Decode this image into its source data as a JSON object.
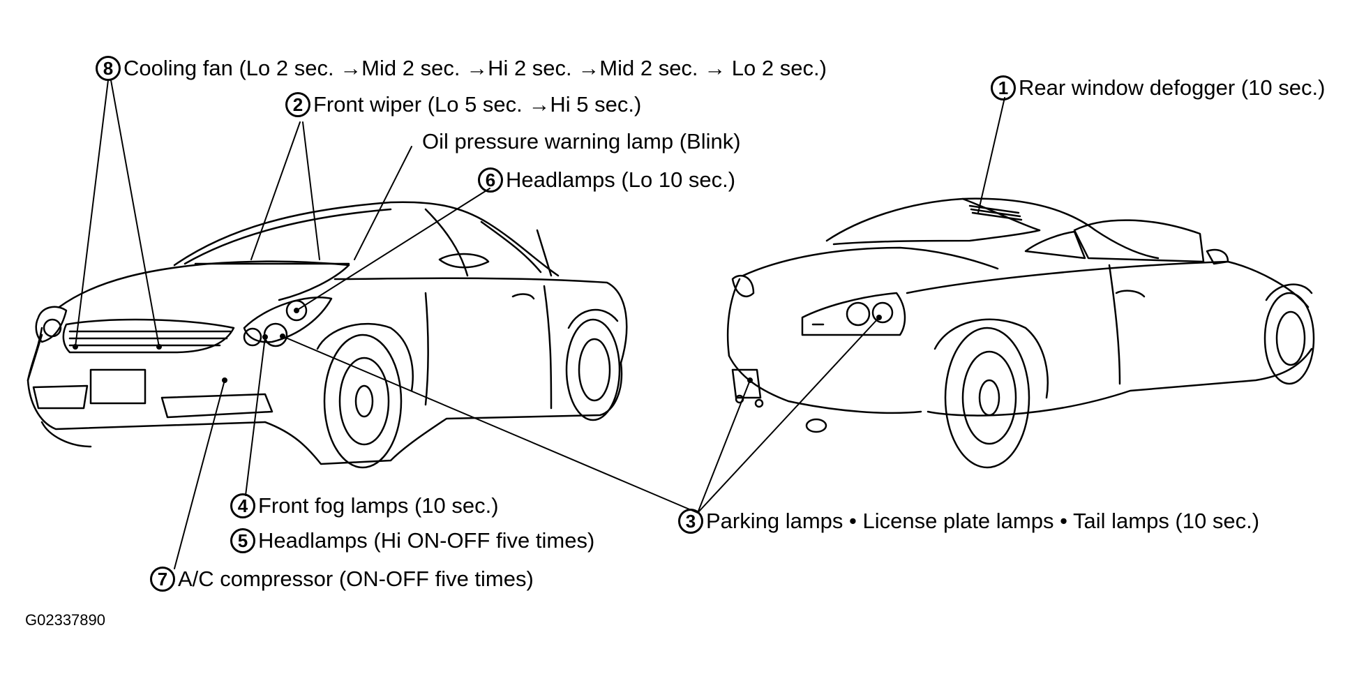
{
  "callouts": {
    "c8": {
      "num": "8",
      "text": "Cooling fan (Lo 2 sec. →Mid 2 sec. →Hi 2 sec. →Mid 2 sec. → Lo 2 sec.)"
    },
    "c2": {
      "num": "2",
      "text": "Front wiper (Lo 5 sec. →Hi 5 sec.)"
    },
    "oil": {
      "text": "Oil pressure warning lamp (Blink)"
    },
    "c6": {
      "num": "6",
      "text": "Headlamps (Lo 10 sec.)"
    },
    "c1": {
      "num": "1",
      "text": "Rear window defogger (10 sec.)"
    },
    "c4": {
      "num": "4",
      "text": "Front fog lamps (10 sec.)"
    },
    "c5": {
      "num": "5",
      "text": "Headlamps (Hi ON-OFF five times)"
    },
    "c7": {
      "num": "7",
      "text": "A/C compressor (ON-OFF five times)"
    },
    "c3": {
      "num": "3",
      "text": "Parking lamps • License plate lamps • Tail lamps (10 sec.)"
    }
  },
  "figure_code": "G02337890"
}
